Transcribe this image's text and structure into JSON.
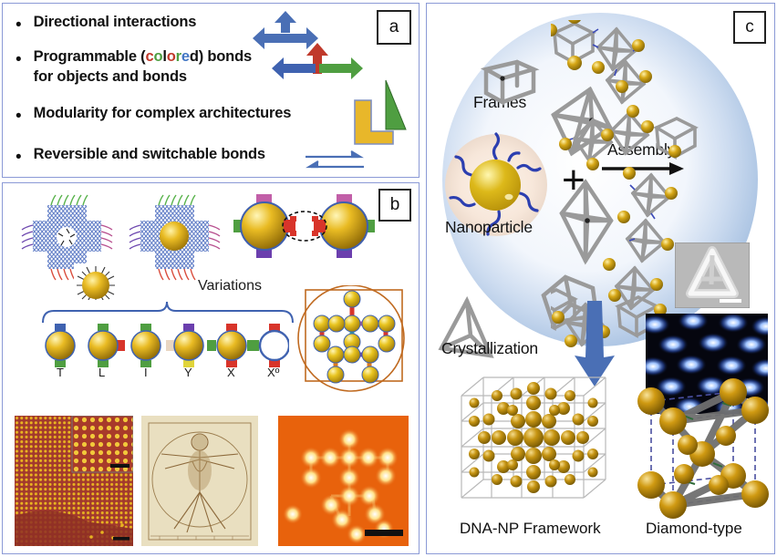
{
  "figure": {
    "title": "DNA-based nanoparticle assembly schematic",
    "panels": [
      "a",
      "b",
      "c"
    ],
    "border_color": "#8b9ad6",
    "background": "#ffffff"
  },
  "panel_a": {
    "tag": "a",
    "bullets": [
      {
        "id": "b1",
        "parts": [
          {
            "t": "Directional interactions",
            "c": "#111111"
          }
        ]
      },
      {
        "id": "b2",
        "parts": [
          {
            "t": "Programmable (",
            "c": "#111111"
          },
          {
            "t": "c",
            "c": "#c0392b"
          },
          {
            "t": "o",
            "c": "#4f9e41"
          },
          {
            "t": "l",
            "c": "#111111"
          },
          {
            "t": "o",
            "c": "#c0392b"
          },
          {
            "t": "r",
            "c": "#4f9e41"
          },
          {
            "t": "e",
            "c": "#4176c4"
          },
          {
            "t": "d",
            "c": "#111111"
          },
          {
            "t": ") bonds",
            "c": "#111111"
          },
          {
            "t": "for objects and bonds",
            "c": "#111111",
            "newline": true
          }
        ]
      },
      {
        "id": "b3",
        "parts": [
          {
            "t": "Modularity for complex architectures",
            "c": "#111111"
          }
        ]
      },
      {
        "id": "b4",
        "parts": [
          {
            "t": "Reversible and switchable bonds",
            "c": "#111111"
          }
        ]
      }
    ],
    "bullet_marker": "•",
    "icons": {
      "tri_arrow": "t-shaped-blue-arrow-icon",
      "three_color_arrow": "three-color-arrow-icon",
      "shapes": "green-triangle-yellow-L-shape-icon",
      "reversible": "double-reversible-arrow-icon"
    },
    "colors": {
      "blue": "#4a6fb5",
      "red": "#c0392b",
      "green": "#4f9e41",
      "yellow": "#e8b72a"
    }
  },
  "panel_b": {
    "tag": "b",
    "labels": {
      "variations": "Variations",
      "types": [
        "T",
        "L",
        "I",
        "Y",
        "X",
        "Xº"
      ]
    },
    "images": {
      "origami_empty": "dna-origami-frame-empty-icon",
      "origami_loaded": "dna-origami-frame-with-nanoparticle-icon",
      "free_nanoparticle": "dna-coated-nanoparticle-icon",
      "dimer": "two-nanoparticles-bonded-dimer-icon",
      "network_box": "nanoparticle-network-diagram",
      "tem_lattice": "tem-lattice-micrograph",
      "tem_lattice_inset": "tem-lattice-inset",
      "vitruvian": "vitruvian-man-drawing",
      "afm": "afm-nanoparticle-pattern-image"
    },
    "colors": {
      "dna_blue": "#5a78c4",
      "strand_green": "#57b24a",
      "strand_red": "#d94b3b",
      "strand_magenta": "#b8508f",
      "gold": "#e2b01c",
      "box_orange": "#c06a20",
      "afm_bg": "#e8620c",
      "tem_bg": "#a33a2e"
    }
  },
  "panel_c": {
    "tag": "c",
    "labels": {
      "frames": "Frames",
      "nanoparticle": "Nanoparticle",
      "assembly": "Assembly",
      "plus": "+",
      "crystallization": "Crystallization",
      "framework": "DNA-NP Framework",
      "diamond": "Diamond-type"
    },
    "icons": {
      "np_corona": "nanoparticle-with-dna-strands-icon",
      "frame_cube": "dna-cube-frame-icon",
      "frame_octahedron": "dna-octahedron-frame-icon",
      "frame_tetrahedron": "dna-tetrahedron-frame-icon",
      "assembly_arrow": "assembly-right-arrow-icon",
      "crystallization_arrow": "crystallization-down-arrow-icon",
      "cryo_em": "cryo-em-tetrahedron-micrograph",
      "blue_lattice": "blue-lattice-micrograph",
      "lattice_model": "dna-np-framework-lattice-model",
      "diamond_cell": "diamond-type-unit-cell-model"
    },
    "colors": {
      "ellipse_blue": "#b8cbe8",
      "gold": "#d9a616",
      "strand_blue": "#2c3fb0",
      "arrow_blue": "#4a6fb5",
      "frame_gray": "#9a9a9a"
    }
  }
}
